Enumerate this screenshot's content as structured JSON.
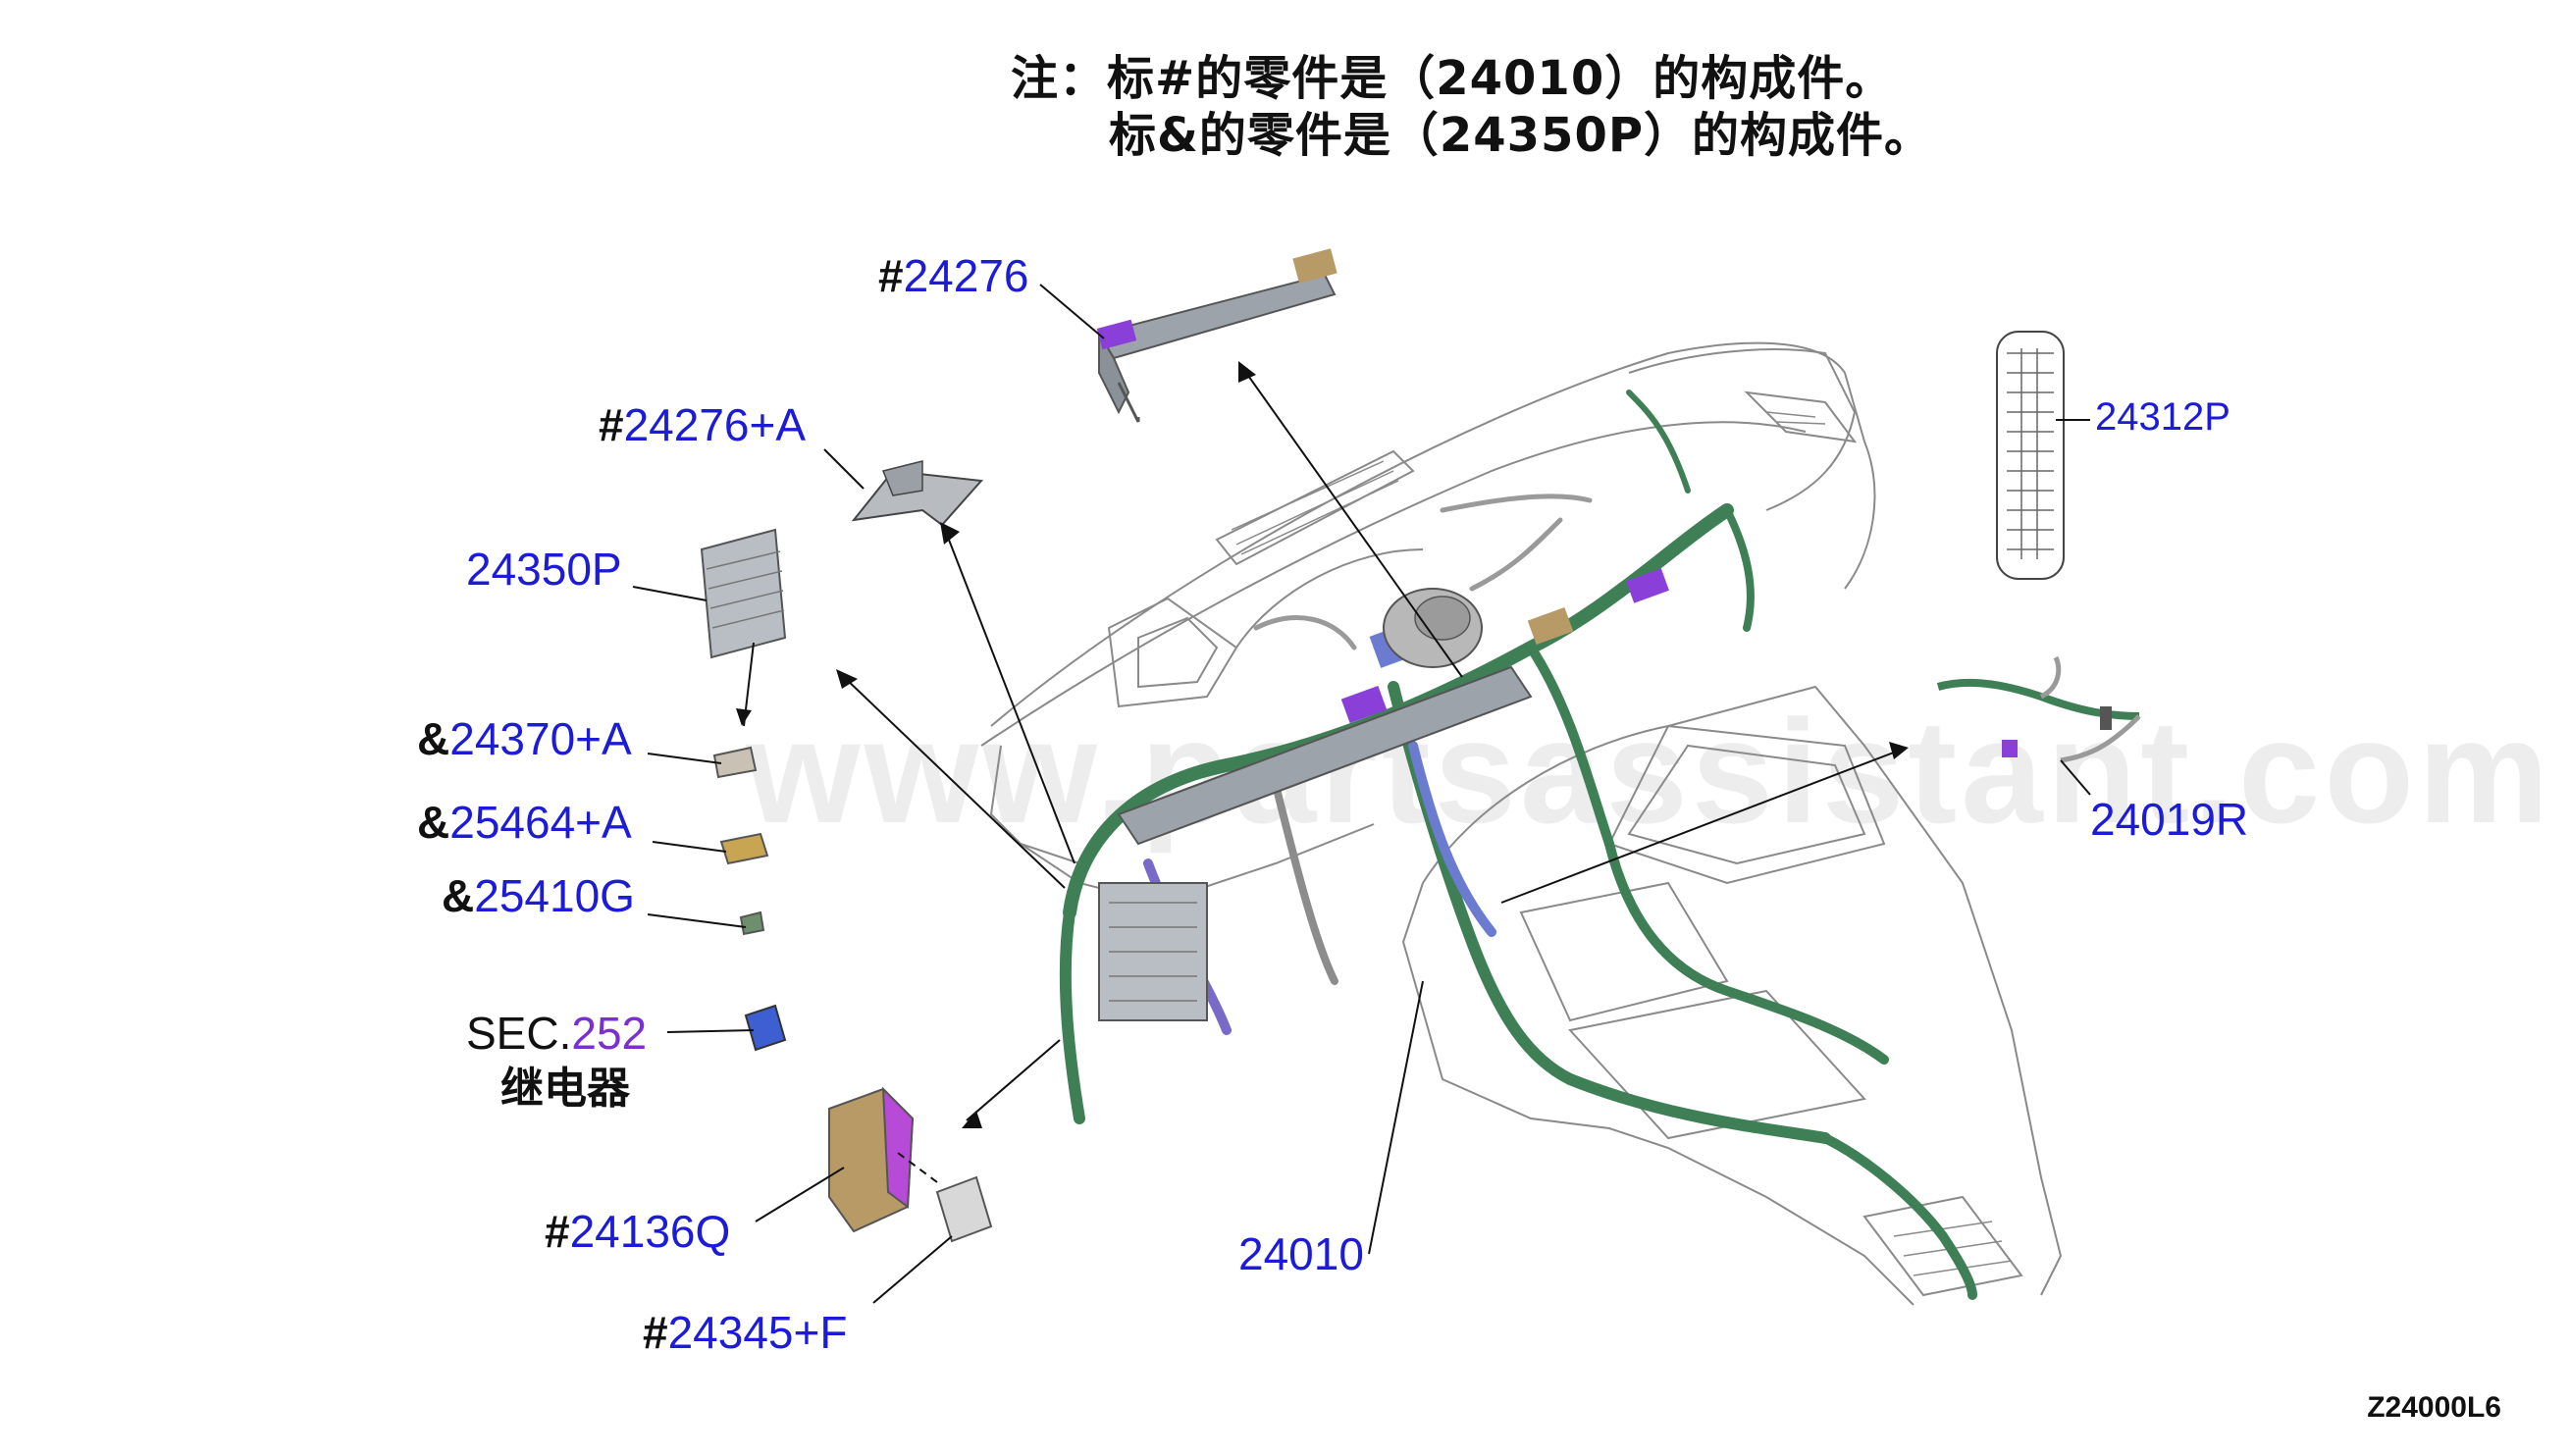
{
  "note": {
    "line1": "注：标#的零件是（24010）的构成件。",
    "line2": "标&的零件是（24350P）的构成件。"
  },
  "parts": [
    {
      "id": "24276",
      "prefix": "#",
      "color": "#1b1bd8"
    },
    {
      "id": "24276+A",
      "prefix": "#"
    },
    {
      "id": "24350P",
      "prefix": ""
    },
    {
      "id": "24370+A",
      "prefix": "&"
    },
    {
      "id": "25464+A",
      "prefix": "&"
    },
    {
      "id": "25410G",
      "prefix": "&"
    },
    {
      "id": "252",
      "prefix": "SEC.",
      "sub": "继电器"
    },
    {
      "id": "24136Q",
      "prefix": "#"
    },
    {
      "id": "24345+F",
      "prefix": "#"
    },
    {
      "id": "24010",
      "prefix": ""
    },
    {
      "id": "24312P",
      "prefix": ""
    },
    {
      "id": "24019R",
      "prefix": ""
    }
  ],
  "watermark": "www.partsassistant.com",
  "diagram_code": "Z24000L6",
  "colors": {
    "label": "#1b1bd8",
    "section": "#7a2fd0",
    "harness": "#3f7f55",
    "purple": "#8a40d8",
    "tan": "#b89a66"
  }
}
